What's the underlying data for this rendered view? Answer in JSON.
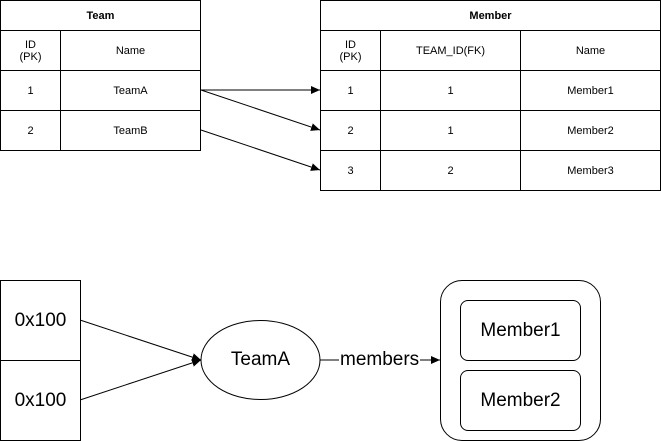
{
  "team_table": {
    "title": "Team",
    "headers": [
      "ID\n(PK)",
      "Name"
    ],
    "rows": [
      [
        "1",
        "TeamA"
      ],
      [
        "2",
        "TeamB"
      ]
    ]
  },
  "member_table": {
    "title": "Member",
    "headers": [
      "ID\n(PK)",
      "TEAM_ID(FK)",
      "Name"
    ],
    "rows": [
      [
        "1",
        "1",
        "Member1"
      ],
      [
        "2",
        "1",
        "Member2"
      ],
      [
        "3",
        "2",
        "Member3"
      ]
    ]
  },
  "object_graph": {
    "refs": [
      "0x100",
      "0x100"
    ],
    "team_node": "TeamA",
    "edge_label": "members",
    "members": [
      "Member1",
      "Member2"
    ]
  }
}
